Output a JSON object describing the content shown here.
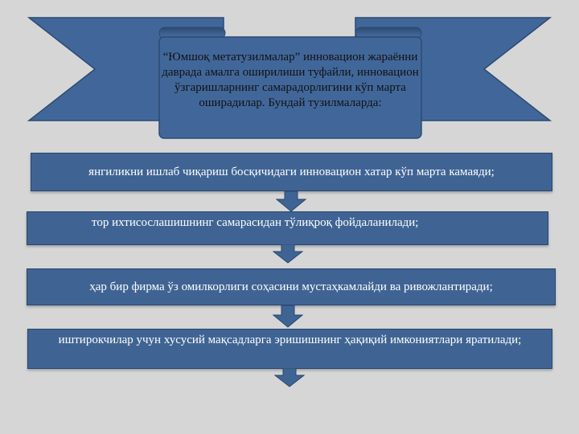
{
  "banner": {
    "text": "“Юмшоқ метатузилмалар” инновацион жараённи даврада амалга оширилиши туфайли, инновацион ўзгаришларнинг самарадорлигини кўп марта оширадилар. Бундай тузилмаларда:"
  },
  "steps": [
    {
      "text": "янгиликни ишлаб чиқариш босқичидаги инновацион хатар кўп марта камаяди;"
    },
    {
      "text": "тор ихтисослашишнинг самарасидан тўлиқроқ фойдаланилади;"
    },
    {
      "text": "ҳар бир фирма ўз омилкорлиги соҳасини мустаҳкамлайди ва ривожлантиради;"
    },
    {
      "text": "иштирокчилар учун хусусий мақсадларга эришишнинг ҳақиқий имкониятлари яратилади;"
    }
  ],
  "colors": {
    "box_fill": "#3f6494",
    "box_border": "#27466e",
    "banner_fill": "#41679a",
    "background": "#d6d6d6"
  }
}
